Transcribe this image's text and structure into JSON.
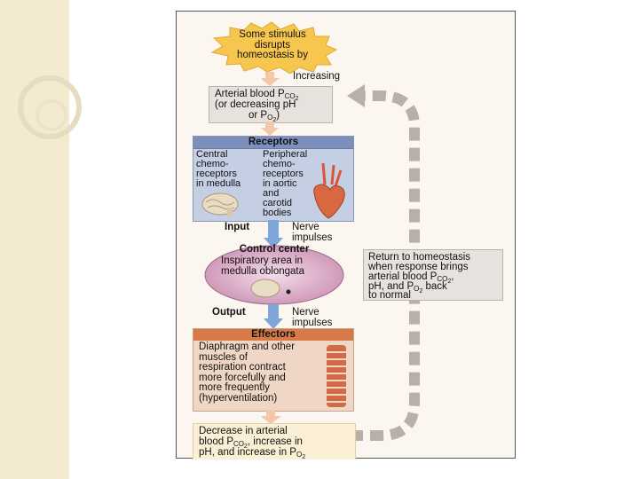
{
  "stimulus": {
    "text": [
      "Some stimulus",
      "disrupts",
      "homeostasis by"
    ]
  },
  "increasing_label": "Increasing",
  "arterial_box": {
    "line1": "Arterial blood P",
    "line1_sub": "CO",
    "line1_sub2": "2",
    "line2": "(or decreasing pH",
    "line3": "or P",
    "line3_sub": "O",
    "line3_sub2": "2",
    "line3_end": ")"
  },
  "receptors": {
    "heading": "Receptors",
    "central": [
      "Central",
      "chemo-",
      "receptors",
      "in medulla"
    ],
    "peripheral": [
      "Peripheral",
      "chemo-",
      "receptors",
      "in aortic",
      "and",
      "carotid",
      "bodies"
    ]
  },
  "input_label": "Input",
  "nerve_impulses_1": [
    "Nerve",
    "impulses"
  ],
  "control_center": {
    "heading": "Control center",
    "text": [
      "Inspiratory area in",
      "medulla oblongata"
    ]
  },
  "output_label": "Output",
  "nerve_impulses_2": [
    "Nerve",
    "impulses"
  ],
  "effectors": {
    "heading": "Effectors",
    "text": [
      "Diaphragm and other",
      "muscles of",
      "respiration contract",
      "more forcefully and",
      "more frequently",
      "(hyperventilation)"
    ]
  },
  "result": {
    "line1": "Decrease in arterial",
    "line2a": "blood P",
    "line2_sub": "CO",
    "line2_sub2": "2",
    "line2b": ", increase in",
    "line3a": "pH, and increase in P",
    "line3_sub": "O",
    "line3_sub2": "2"
  },
  "return_box": {
    "line1": "Return to homeostasis",
    "line2": "when response brings",
    "line3a": "arterial blood P",
    "line3_sub": "CO",
    "line3_sub2": "2",
    "line3b": ",",
    "line4a": "pH, and P",
    "line4_sub": "O",
    "line4_sub2": "2",
    "line4b": " back",
    "line5": "to normal"
  },
  "colors": {
    "starburst": "#f6c64f",
    "receptors_head": "#7d8fbd",
    "effectors_head": "#d87a48",
    "control_ellipse": "#c98db0",
    "feedback_arrow": "#b8b0a8"
  }
}
